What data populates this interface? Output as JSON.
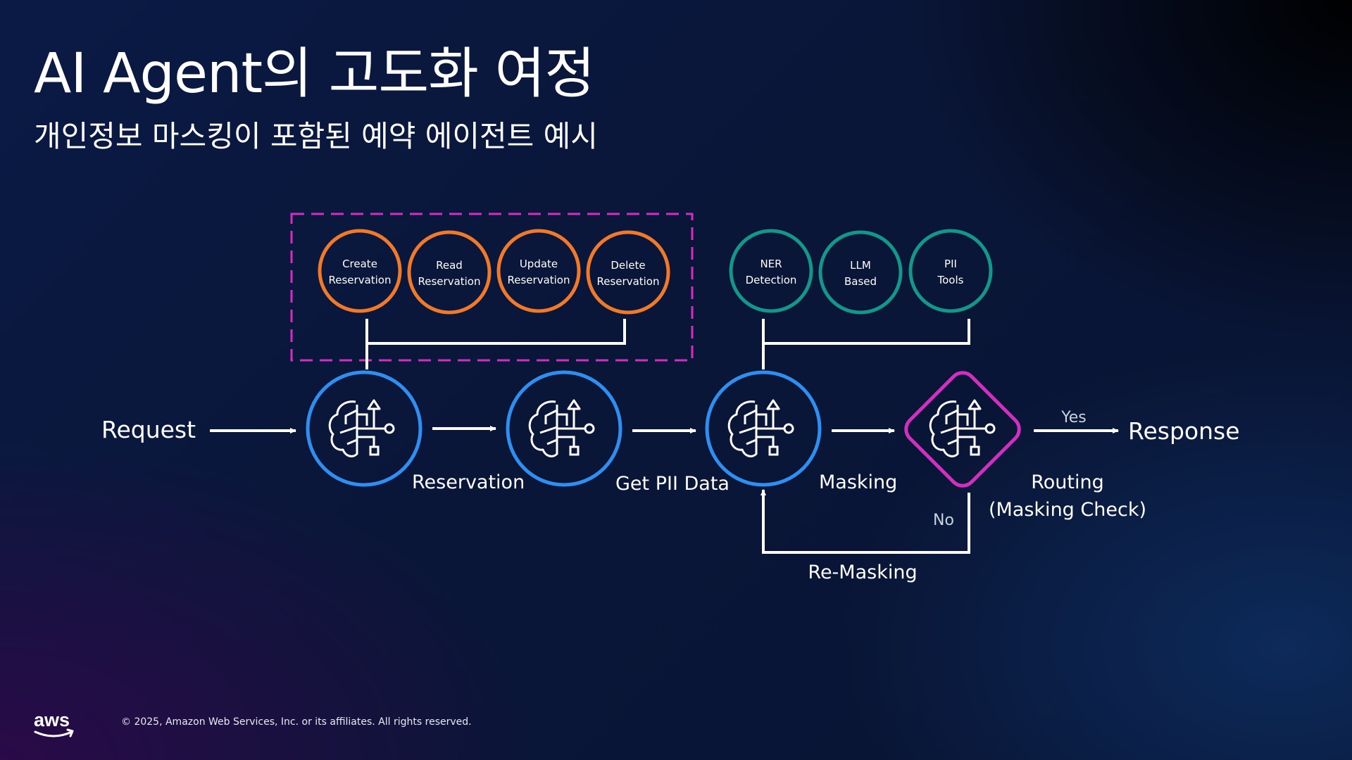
{
  "header": {
    "title": "AI Agent의 고도화 여정",
    "subtitle": "개인정보 마스킹이 포함된 예약 에이전트 예시"
  },
  "tools": {
    "reservation": [
      {
        "line1": "Create",
        "line2": "Reservation"
      },
      {
        "line1": "Read",
        "line2": "Reservation"
      },
      {
        "line1": "Update",
        "line2": "Reservation"
      },
      {
        "line1": "Delete",
        "line2": "Reservation"
      }
    ],
    "pii": [
      {
        "line1": "NER",
        "line2": "Detection"
      },
      {
        "line1": "LLM",
        "line2": "Based"
      },
      {
        "line1": "PII",
        "line2": "Tools"
      }
    ]
  },
  "flow": {
    "request": "Request",
    "response": "Response",
    "steps": {
      "reservation": "Reservation",
      "get_pii": "Get PII Data",
      "masking": "Masking",
      "routing_line1": "Routing",
      "routing_line2": "(Masking Check)"
    },
    "yes": "Yes",
    "no": "No",
    "remasking": "Re-Masking"
  },
  "footer": {
    "logo": "aws",
    "copyright": "© 2025, Amazon Web Services, Inc. or its affiliates. All rights reserved."
  },
  "colors": {
    "tool_orange": "#f07a2a",
    "tool_teal": "#12978a",
    "agent_blue": "#2f8ff0",
    "router_magenta": "#d12fbf"
  },
  "icons": {
    "agent": "brain-circuit-icon",
    "brand": "aws-logo"
  }
}
